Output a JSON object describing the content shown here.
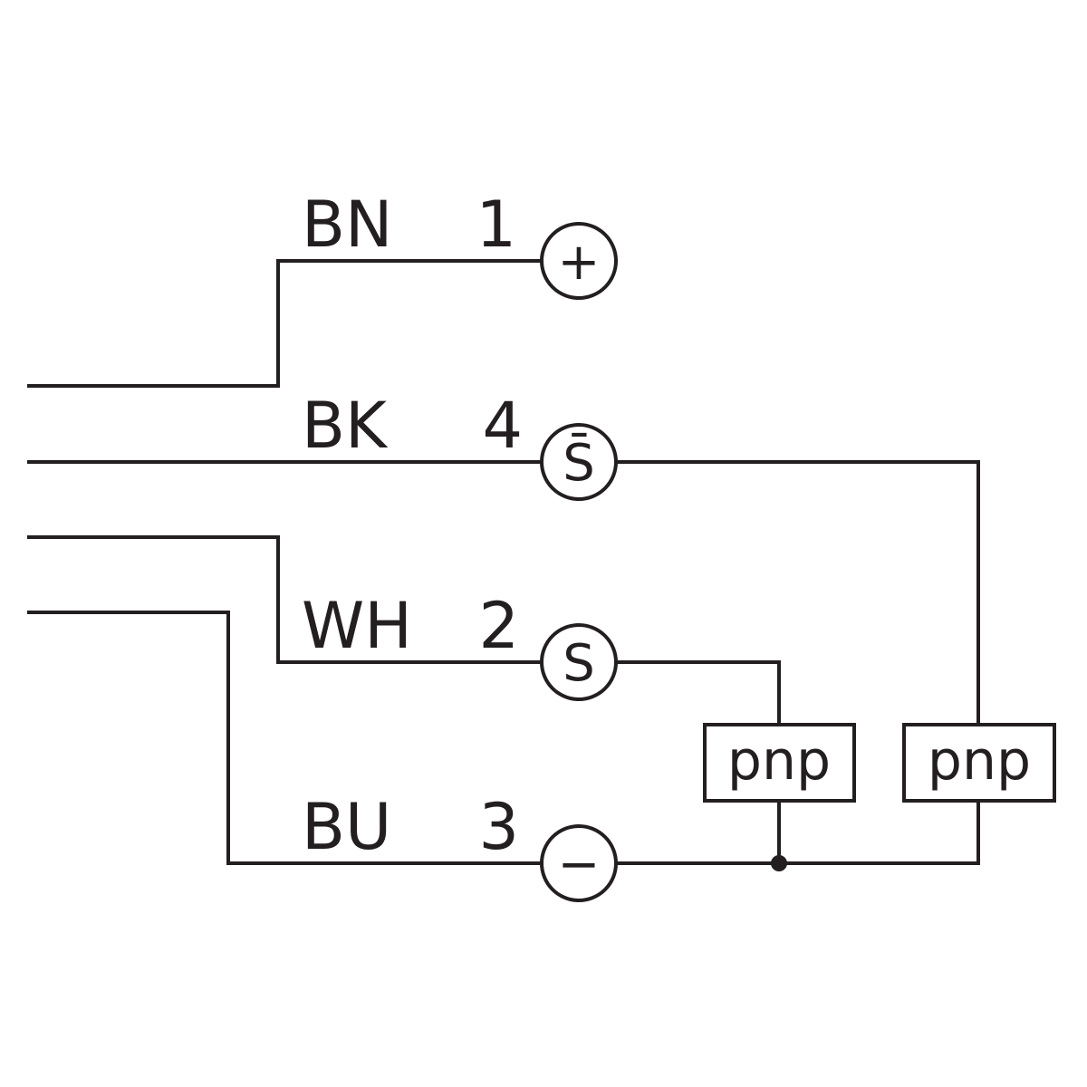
{
  "wires": [
    {
      "color_code": "BN",
      "pin": "1",
      "symbol": "+"
    },
    {
      "color_code": "BK",
      "pin": "4",
      "symbol": "S̄"
    },
    {
      "color_code": "WH",
      "pin": "2",
      "symbol": "S"
    },
    {
      "color_code": "BU",
      "pin": "3",
      "symbol": "−"
    }
  ],
  "outputs": [
    {
      "label": "pnp"
    },
    {
      "label": "pnp"
    }
  ]
}
